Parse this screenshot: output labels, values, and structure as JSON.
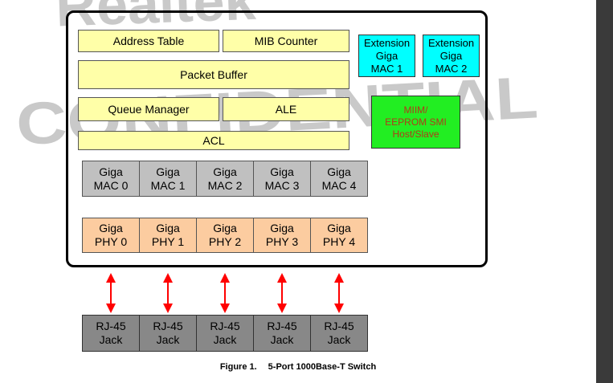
{
  "watermark": {
    "line1": "Realtek",
    "line2": "CONFIDENTIAL"
  },
  "blocks": {
    "address_table": "Address Table",
    "mib_counter": "MIB Counter",
    "packet_buffer": "Packet Buffer",
    "queue_manager": "Queue Manager",
    "ale": "ALE",
    "acl": "ACL",
    "ext_mac1": [
      "Extension",
      "Giga",
      "MAC 1"
    ],
    "ext_mac2": [
      "Extension",
      "Giga",
      "MAC 2"
    ],
    "miim": [
      "MIIM/",
      "EEPROM SMI",
      "Host/Slave"
    ]
  },
  "mac_row": [
    [
      "Giga",
      "MAC 0"
    ],
    [
      "Giga",
      "MAC 1"
    ],
    [
      "Giga",
      "MAC 2"
    ],
    [
      "Giga",
      "MAC 3"
    ],
    [
      "Giga",
      "MAC 4"
    ]
  ],
  "phy_row": [
    [
      "Giga",
      "PHY 0"
    ],
    [
      "Giga",
      "PHY 1"
    ],
    [
      "Giga",
      "PHY 2"
    ],
    [
      "Giga",
      "PHY 3"
    ],
    [
      "Giga",
      "PHY 4"
    ]
  ],
  "jack_row": [
    [
      "RJ-45",
      "Jack"
    ],
    [
      "RJ-45",
      "Jack"
    ],
    [
      "RJ-45",
      "Jack"
    ],
    [
      "RJ-45",
      "Jack"
    ],
    [
      "RJ-45",
      "Jack"
    ]
  ],
  "caption": {
    "number": "Figure 1.",
    "title": "5-Port 1000Base-T Switch"
  },
  "colors": {
    "yellow": "#ffffa8",
    "cyan": "#00ffff",
    "green": "#22ee22",
    "grey": "#c0c0c0",
    "peach": "#fccca0",
    "jack": "#888888",
    "arrow": "#ff0000"
  }
}
